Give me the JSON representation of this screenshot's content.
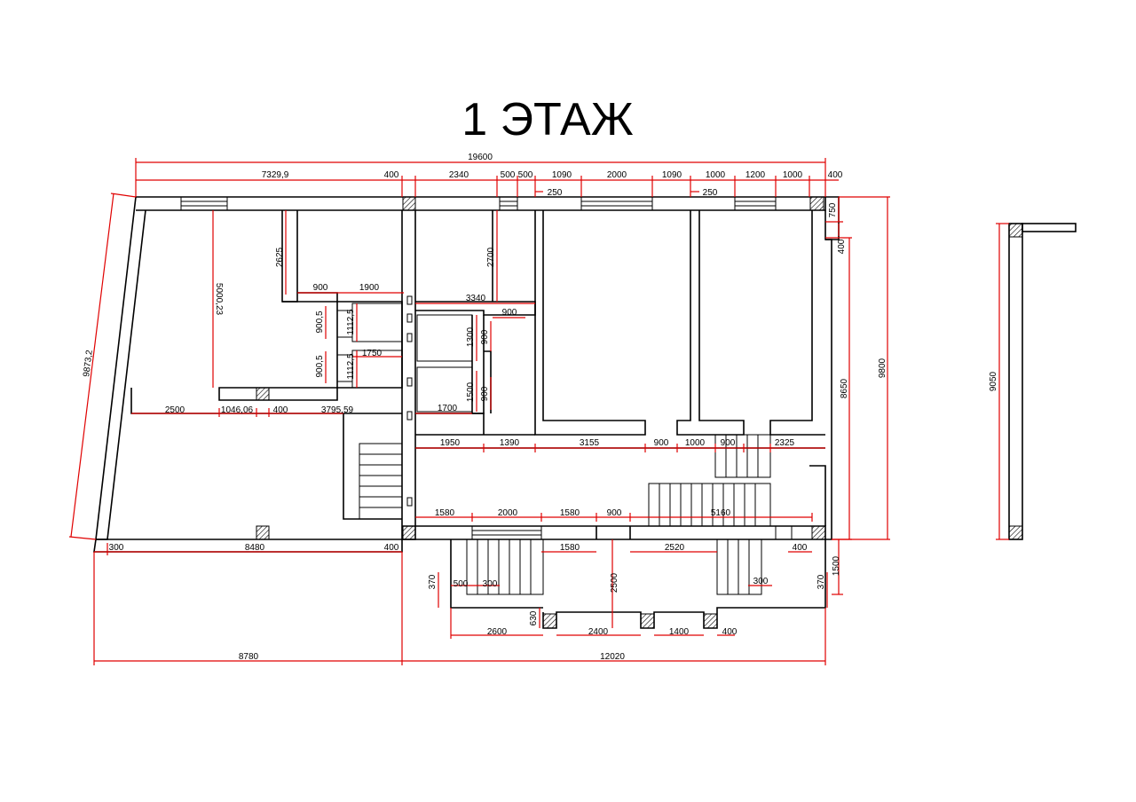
{
  "title": "1 ЭТАЖ",
  "colors": {
    "dimension": "#e00000",
    "wall": "#000000",
    "background": "#ffffff"
  },
  "dimensions": {
    "overall_width": "19600",
    "top": [
      "7329,9",
      "400",
      "2340",
      "500",
      "500",
      "1090",
      "2000",
      "1090",
      "1000",
      "1200",
      "1000",
      "400"
    ],
    "top_small": [
      "250",
      "250"
    ],
    "right": [
      "750",
      "400",
      "8650",
      "9800"
    ],
    "left_slant": "9873,2",
    "side_height": "9050",
    "room_inner": [
      "2625",
      "5000,23",
      "2700",
      "900",
      "1900",
      "3340",
      "900",
      "900,5",
      "1112,5",
      "1300",
      "900",
      "900,5",
      "1112,5",
      "1750",
      "1500",
      "900",
      "1700"
    ],
    "middle_row": [
      "2500",
      "1046,06",
      "400",
      "3795,59"
    ],
    "corridor_row": [
      "1950",
      "1390",
      "3155",
      "900",
      "1000",
      "900",
      "2325"
    ],
    "stair_row": [
      "1580",
      "2000",
      "1580",
      "900",
      "5160"
    ],
    "bottom_row": [
      "300",
      "8480",
      "400",
      "1580",
      "2520",
      "400"
    ],
    "porch": [
      "370",
      "500",
      "300",
      "2500",
      "300",
      "370",
      "1500",
      "630",
      "2600",
      "2400",
      "1400",
      "400"
    ],
    "bottom_totals": [
      "8780",
      "12020"
    ]
  }
}
